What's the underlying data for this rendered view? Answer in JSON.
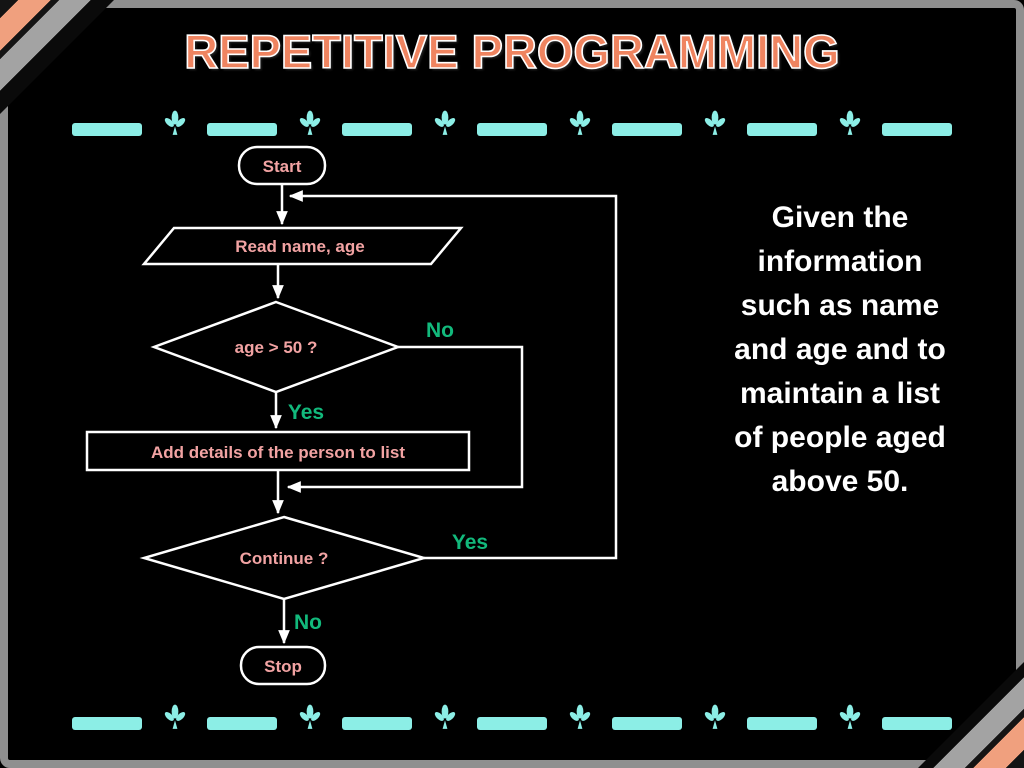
{
  "slide": {
    "title": "REPETITIVE PROGRAMMING",
    "side_text": "Given the\ninformation\nsuch as name\nand age and to\nmaintain a list\nof people aged\nabove 50."
  },
  "flow": {
    "start": "Start",
    "read": "Read name, age",
    "age_question": "age > 50 ?",
    "age_no": "No",
    "age_yes": "Yes",
    "process": "Add details of the person to list",
    "continue_question": "Continue ?",
    "continue_yes": "Yes",
    "continue_no": "No",
    "stop": "Stop"
  },
  "colors": {
    "background": "#000000",
    "frame": "#8f8f8f",
    "title": "#ef8460",
    "title_outline": "#ffffff",
    "flow_text": "#f2a3a3",
    "branch_label": "#12b97c",
    "divider": "#8ceee6",
    "shape_outline": "#ffffff",
    "side_text": "#ffffff",
    "corner_stripe_salmon": "#f0a07e",
    "corner_stripe_gray": "#a3a3a3"
  }
}
